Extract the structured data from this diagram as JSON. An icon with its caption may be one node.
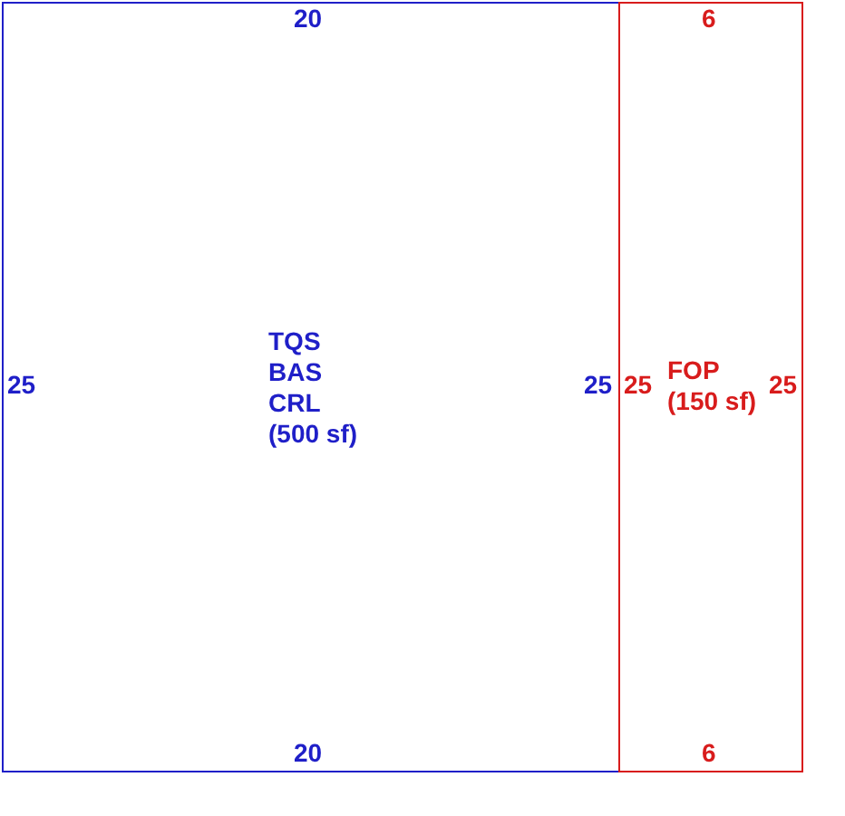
{
  "diagram": {
    "nodes": [
      {
        "text": [
          "TQS",
          "BAS",
          "CRL",
          "(500 sf)"
        ]
      },
      {
        "text": [
          "FOP",
          "(150 sf)"
        ]
      }
    ],
    "labels": [
      "20",
      "6",
      "25",
      "25",
      "25",
      "25",
      "20",
      "6"
    ]
  }
}
